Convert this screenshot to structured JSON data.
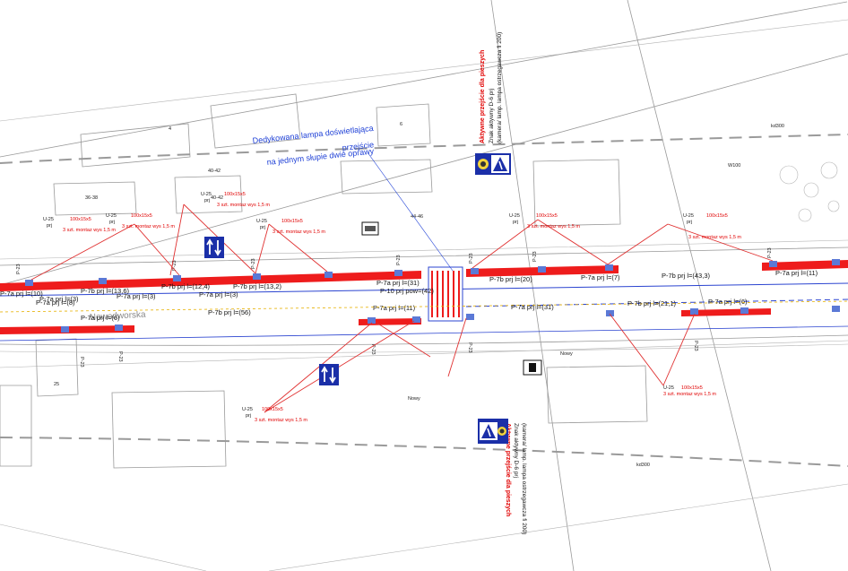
{
  "colors": {
    "lighting_strip": "#ee1c1c",
    "luminaire": "#5b79d6",
    "note_blue": "#1d3fd6",
    "cable_red": "#e03030",
    "base_gray": "#9a9a9a",
    "sign_blue": "#1b2fa8"
  },
  "notes": {
    "dedicated_lamp_1": "Dedykowana lampa doświetlająca",
    "dedicated_lamp_2": "przejście",
    "dedicated_lamp_3": "na jednym słupie dwie oprawy",
    "crossing_top_red": "Aktywne przejście dla pieszych",
    "crossing_top_black_1": "Znak aktywny D-6 prj",
    "crossing_top_black_2": "(kamera/ lamp. lampa ostrzegawcza fi 200)",
    "crossing_bottom_red": "Aktywne przejście dla pieszych",
    "crossing_bottom_black_1": "Znak aktywny D-6 prj",
    "crossing_bottom_black_2": "(kamera/ lamp. lampa ostrzegawcza fi 200)"
  },
  "street": {
    "name": "Nowodworska"
  },
  "icons": {
    "top_sign": "pedestrian-crossing-sign",
    "bottom_sign": "pedestrian-crossing-sign",
    "wc_sign_1": "two-way-arrow-sign",
    "wc_sign_2": "two-way-arrow-sign",
    "t_sign": "one-way-sign"
  },
  "cable_labels_upper": [
    "P-7a prj l=(10)",
    "P-7b prj l=(13,6)",
    "P-7a prj l=(3)",
    "P-7b prj l=(12,4)",
    "P-7a prj l=(3)",
    "P-7b prj l=(13,2)",
    "P-7a prj l=(31)",
    "P-10 prj pow=(42)",
    "P-7b prj l=(20)",
    "P-7a prj l=(7)",
    "P-7b prj l=(43,3)",
    "P-7a prj l=(11)"
  ],
  "cable_labels_lower": [
    "P-7a prj l=(3)",
    "P-7a prj l=(6)",
    "P-7b prj l=(56)",
    "P-7a prj l=(11)",
    "P-7a prj l=(31)",
    "P-7b prj l=(21,1)",
    "P-7a prj l=(6)",
    "P-7a prj l=(8)"
  ],
  "pole_labels": [
    "P-23",
    "P-23",
    "P-23",
    "P-23",
    "P-23",
    "P-23",
    "P-23",
    "P-23",
    "P-23",
    "P-23",
    "P-23",
    "P-23"
  ],
  "callouts": [
    {
      "id": "U-25",
      "prj": "prj",
      "spec": "100x15x5",
      "note": "3 szt. montaz wys 1,5 m"
    },
    {
      "id": "U-25",
      "prj": "prj",
      "spec": "100x15x5",
      "note": "3 szt. montaz wys 1,5 m"
    },
    {
      "id": "U-25",
      "prj": "prj",
      "spec": "100x15x5",
      "note": "3 szt. montaz wys 1,5 m"
    },
    {
      "id": "U-25",
      "prj": "prj",
      "spec": "100x15x5",
      "note": "3 szt. montaz wys 1,5 m"
    },
    {
      "id": "U-25",
      "prj": "prj",
      "spec": "100x15x5",
      "note": "3 szt. montaz wys 1,5 m"
    },
    {
      "id": "U-25",
      "prj": "prj",
      "spec": "100x15x5",
      "note": "3 szt. montaz wys 1,5 m"
    },
    {
      "id": "U-25",
      "prj": "prj",
      "spec": "100x15x5",
      "note": "3 szt. montaz wys 1,5 m"
    },
    {
      "id": "U-25",
      "prj": "prj",
      "spec": "100x15x5",
      "note": "3 szt. montaz wys 1,5 m"
    }
  ],
  "base_map_labels": [
    "36-38",
    "40-42",
    "40-42",
    "44-46",
    "W100",
    "Nowy",
    "Nowy",
    "kd300",
    "kd300",
    "25",
    "4",
    "6"
  ]
}
